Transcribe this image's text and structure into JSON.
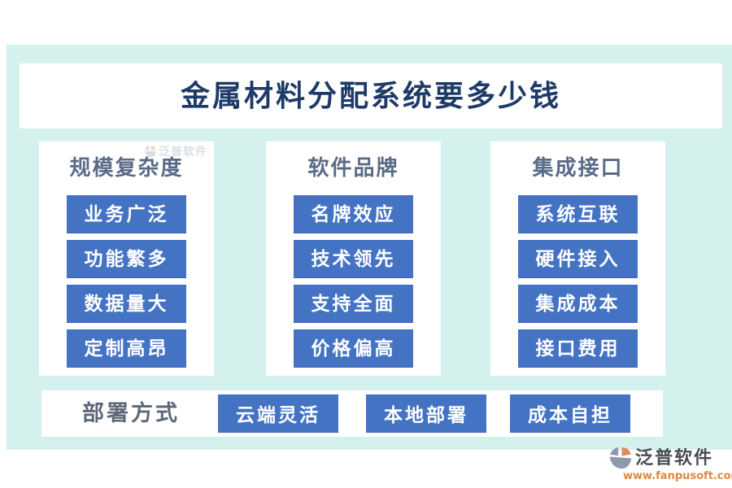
{
  "page": {
    "title": "金属材料分配系统要多少钱"
  },
  "columns": [
    {
      "header": "规模复杂度",
      "items": [
        "业务广泛",
        "功能繁多",
        "数据量大",
        "定制高昂"
      ]
    },
    {
      "header": "软件品牌",
      "items": [
        "名牌效应",
        "技术领先",
        "支持全面",
        "价格偏高"
      ]
    },
    {
      "header": "集成接口",
      "items": [
        "系统互联",
        "硬件接入",
        "集成成本",
        "接口费用"
      ]
    }
  ],
  "deployment": {
    "label": "部署方式",
    "items": [
      "云端灵活",
      "本地部署",
      "成本自担"
    ]
  },
  "branding": {
    "name": "泛普软件",
    "url": "www.fanpusoft.com",
    "watermark_text": "泛普软件"
  },
  "colors": {
    "background_mint": "#d5f1ed",
    "pill_blue": "#4573c4",
    "title_navy": "#1e3a68",
    "header_slate": "#5a6b87",
    "logo_gray": "#8e9aab",
    "logo_orange": "#e08b66",
    "url_orange": "#db8a3f"
  }
}
